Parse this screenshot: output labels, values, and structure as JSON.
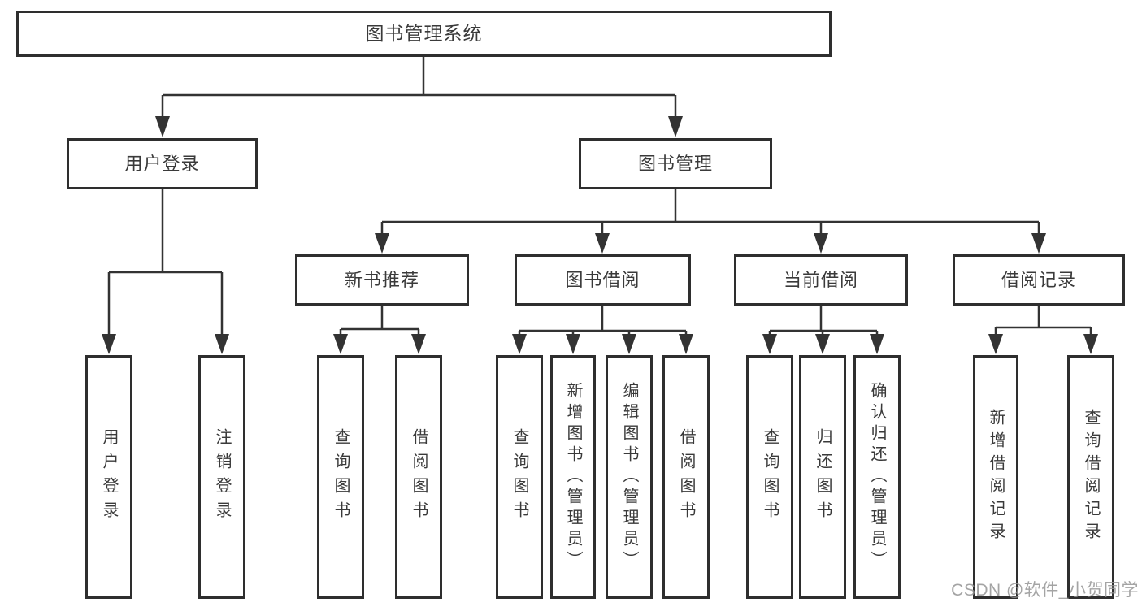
{
  "title": "图书管理系统",
  "watermark": "CSDN @软件_小贺同学",
  "colors": {
    "line": "#333333",
    "box_border": "#2e2e2e",
    "text": "#3a3a3a",
    "watermark": "#949494",
    "background": "#ffffff"
  },
  "tree": {
    "root": "图书管理系统",
    "branches": [
      {
        "label": "用户登录",
        "children": [
          "用户登录",
          "注销登录"
        ]
      },
      {
        "label": "图书管理",
        "children": [
          {
            "label": "新书推荐",
            "children": [
              "查询图书",
              "借阅图书"
            ]
          },
          {
            "label": "图书借阅",
            "children": [
              "查询图书",
              "新增图书（管理员）",
              "编辑图书（管理员）",
              "借阅图书"
            ]
          },
          {
            "label": "当前借阅",
            "children": [
              "查询图书",
              "归还图书",
              "确认归还（管理员）"
            ]
          },
          {
            "label": "借阅记录",
            "children": [
              "新增借阅记录",
              "查询借阅记录"
            ]
          }
        ]
      }
    ]
  }
}
